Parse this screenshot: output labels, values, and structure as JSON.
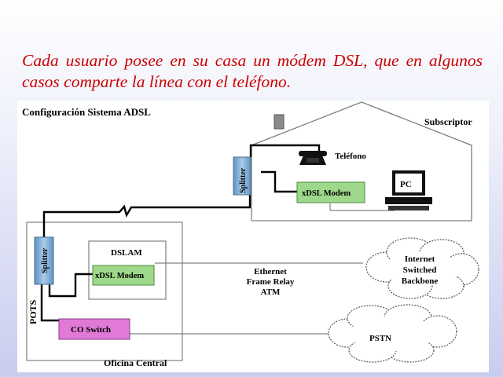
{
  "caption": "Cada usuario posee en su casa un módem DSL, que en algunos casos comparte la línea con el teléfono.",
  "diagram": {
    "title": "Configuración Sistema ADSL",
    "subscriber": "Subscriptor",
    "telephone": "Teléfono",
    "splitter": "Splitter",
    "modem": "xDSL Modem",
    "pc": "PC",
    "dslam": "DSLAM",
    "pots": "POTS",
    "co_switch": "CO Switch",
    "central_office": "Oficina Central",
    "protocols": [
      "Ethernet",
      "Frame Relay",
      "ATM"
    ],
    "internet_cloud": [
      "Internet",
      "Switched",
      "Backbone"
    ],
    "pstn": "PSTN",
    "colors": {
      "caption": "#cc0000",
      "splitter": "#7bafd4",
      "modem": "#9ed88a",
      "co_switch": "#e07ad6"
    }
  }
}
